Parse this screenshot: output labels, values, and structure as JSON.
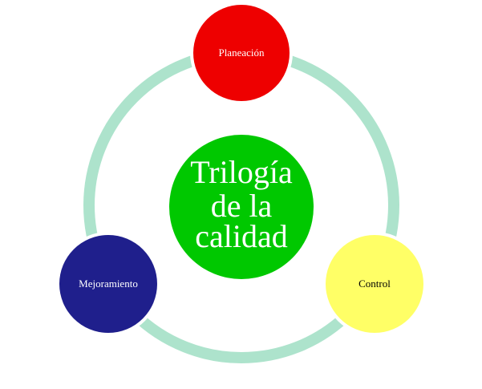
{
  "center": {
    "lines": [
      "Trilogía",
      "de la",
      "calidad"
    ],
    "fill": "#00c800",
    "text_color": "#ffffff"
  },
  "nodes": [
    {
      "label": "Planeación",
      "fill": "#ee0000",
      "text_color": "#ffffff"
    },
    {
      "label": "Control",
      "fill": "#ffff66",
      "text_color": "#000000"
    },
    {
      "label": "Mejoramiento",
      "fill": "#1f1f8c",
      "text_color": "#ffffff"
    }
  ],
  "ring": {
    "color": "#ade3cc"
  }
}
